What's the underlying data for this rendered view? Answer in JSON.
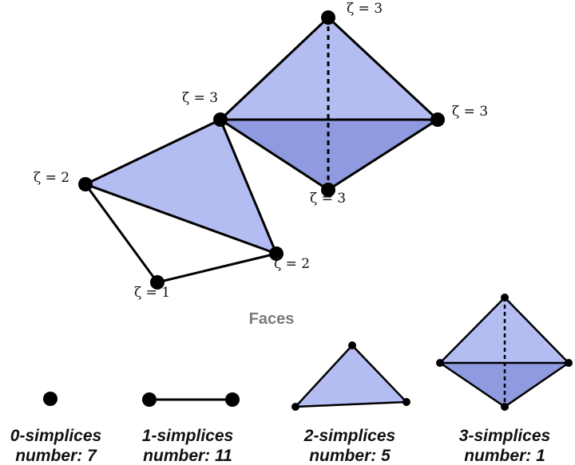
{
  "complex": {
    "labels": [
      "ζ = 3",
      "ζ = 3",
      "ζ = 3",
      "ζ = 3",
      "ζ = 2",
      "ζ = 2",
      "ζ = 1"
    ]
  },
  "faces_heading": "Faces",
  "simplices": [
    {
      "title": "0-simplices",
      "count": "number: 7"
    },
    {
      "title": "1-simplices",
      "count": "number: 11"
    },
    {
      "title": "2-simplices",
      "count": "number: 5"
    },
    {
      "title": "3-simplices",
      "count": "number: 1"
    }
  ],
  "colors": {
    "face_light": "#b3bdf2",
    "face_dark": "#8f9ae0",
    "edge": "#000000",
    "heading": "#7a7a7a"
  }
}
